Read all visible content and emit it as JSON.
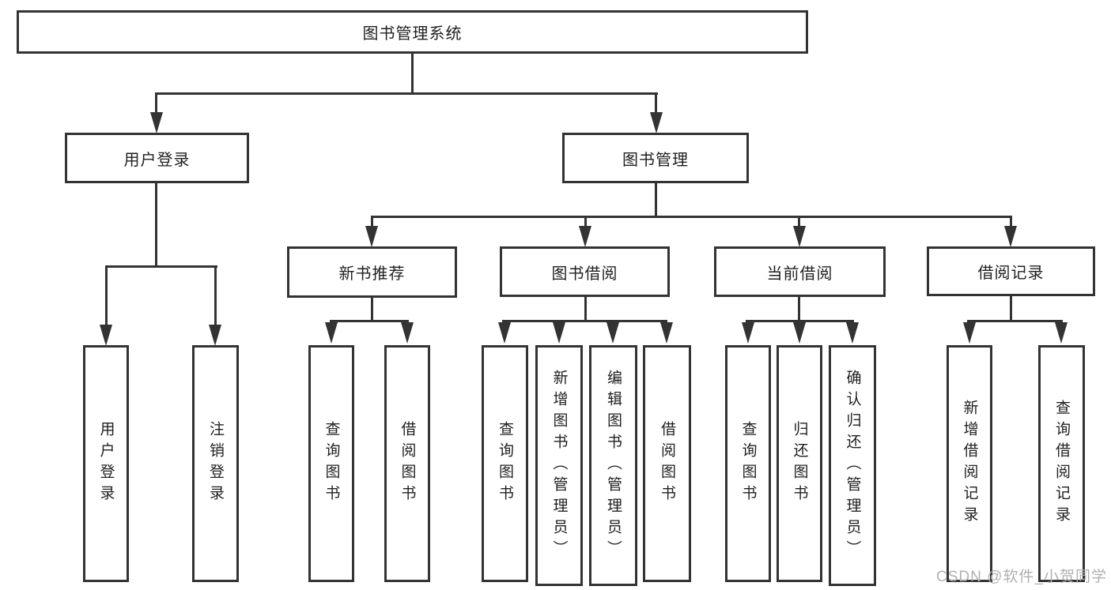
{
  "diagram": {
    "root": {
      "label": "图书管理系统"
    },
    "branches": [
      {
        "label": "用户登录",
        "leaves": [
          {
            "label": "用户登录"
          },
          {
            "label": "注销登录"
          }
        ]
      },
      {
        "label": "图书管理",
        "groups": [
          {
            "label": "新书推荐",
            "leaves": [
              {
                "label": "查询图书"
              },
              {
                "label": "借阅图书"
              }
            ]
          },
          {
            "label": "图书借阅",
            "leaves": [
              {
                "label": "查询图书"
              },
              {
                "label": "新增图书（管理员）"
              },
              {
                "label": "编辑图书（管理员）"
              },
              {
                "label": "借阅图书"
              }
            ]
          },
          {
            "label": "当前借阅",
            "leaves": [
              {
                "label": "查询图书"
              },
              {
                "label": "归还图书"
              },
              {
                "label": "确认归还（管理员）"
              }
            ]
          },
          {
            "label": "借阅记录",
            "leaves": [
              {
                "label": "新增借阅记录"
              },
              {
                "label": "查询借阅记录"
              }
            ]
          }
        ]
      }
    ]
  },
  "watermark": "CSDN @软件_小贺同学",
  "colors": {
    "line": "#333333",
    "text": "#1f1f1f",
    "watermark": "#b0b0b0",
    "background": "#ffffff"
  }
}
